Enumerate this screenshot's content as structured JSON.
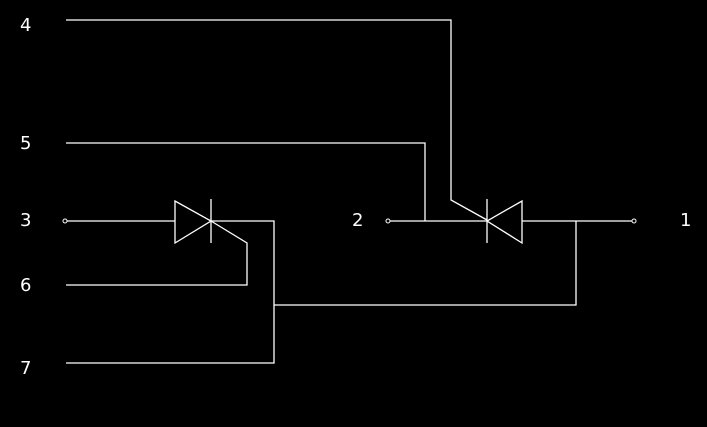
{
  "colors": {
    "background": "#000000",
    "line": "#ffffff"
  },
  "terminals": {
    "t1": {
      "label": "1"
    },
    "t2": {
      "label": "2"
    },
    "t3": {
      "label": "3"
    },
    "t4": {
      "label": "4"
    },
    "t5": {
      "label": "5"
    },
    "t6": {
      "label": "6"
    },
    "t7": {
      "label": "7"
    }
  },
  "components": [
    {
      "name": "thyristor-left",
      "type": "thyristor"
    },
    {
      "name": "thyristor-right",
      "type": "thyristor"
    }
  ]
}
